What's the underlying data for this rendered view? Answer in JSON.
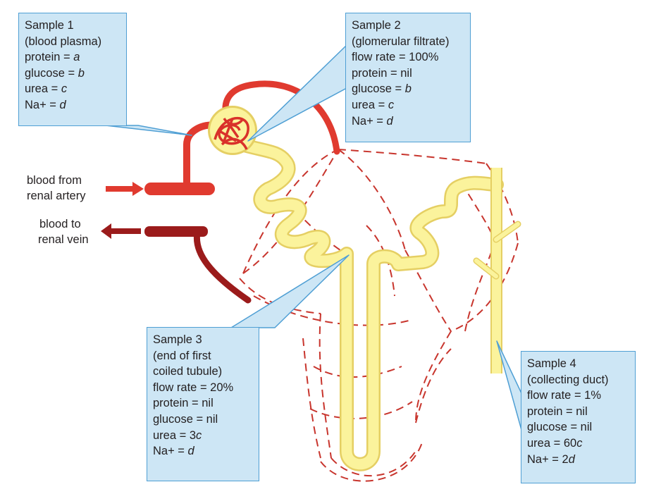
{
  "samples": {
    "s1": {
      "title": "Sample 1",
      "subtitle": "(blood plasma)",
      "protein_label": "protein = ",
      "protein_val": "a",
      "glucose_label": "glucose = ",
      "glucose_val": "b",
      "urea_label": "urea = ",
      "urea_val": "c",
      "na_label": "Na+ = ",
      "na_val": "d"
    },
    "s2": {
      "title": "Sample 2",
      "subtitle": "(glomerular filtrate)",
      "flow": "flow rate = 100%",
      "protein": "protein = nil",
      "glucose_label": "glucose = ",
      "glucose_val": "b",
      "urea_label": "urea = ",
      "urea_val": "c",
      "na_label": "Na+ = ",
      "na_val": "d"
    },
    "s3": {
      "title": "Sample 3",
      "subtitle1": "(end of first",
      "subtitle2": "coiled tubule)",
      "flow": "flow rate = 20%",
      "protein": "protein = nil",
      "glucose": "glucose = nil",
      "urea_label": "urea = 3",
      "urea_val": "c",
      "na_label": "Na+ = ",
      "na_val": "d"
    },
    "s4": {
      "title": "Sample 4",
      "subtitle": "(collecting duct)",
      "flow": "flow rate = 1%",
      "protein": "protein = nil",
      "glucose": "glucose = nil",
      "urea_label": "urea = 60",
      "urea_val": "c",
      "na_label": "Na+ = 2",
      "na_val": "d"
    }
  },
  "labels": {
    "artery_line1": "blood from",
    "artery_line2": "renal artery",
    "vein_line1": "blood to",
    "vein_line2": "renal vein"
  },
  "colors": {
    "artery": "#e03a2f",
    "vein": "#9b1b1b",
    "tubule": "#fbf39c",
    "tubule_edge": "#e5cf63",
    "capillary": "#c8352d",
    "box_fill": "#cde6f5",
    "box_border": "#4f9fd4"
  }
}
